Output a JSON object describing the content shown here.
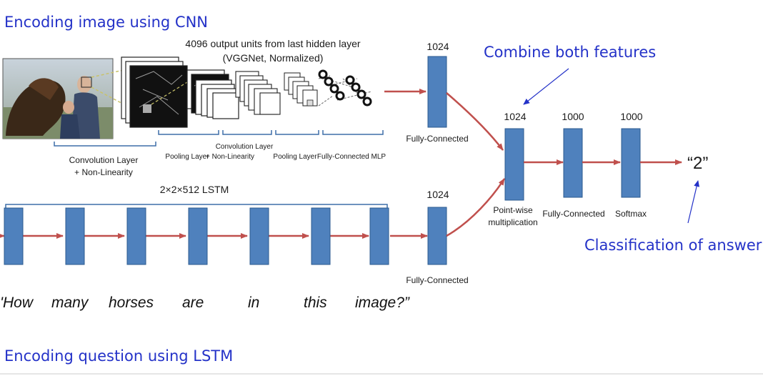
{
  "annotations": {
    "cnn_title": "Encoding image using CNN",
    "lstm_title": "Encoding question using LSTM",
    "combine": "Combine both features",
    "classification": "Classification of answer"
  },
  "cnn": {
    "caption_line1": "4096 output  units from last hidden layer",
    "caption_line2": "(VGGNet, Normalized)",
    "conv1_line1": "Convolution Layer",
    "conv1_line2": "+ Non-Linearity",
    "pool1": "Pooling Layer",
    "conv2_line1": "Convolution Layer",
    "conv2_line2": "+ Non-Linearity",
    "pool2": "Pooling  Layer",
    "mlp": "Fully-Connected MLP"
  },
  "lstm": {
    "label": "2×2×512 LSTM"
  },
  "fc_image": {
    "size": "1024",
    "label": "Fully-Connected"
  },
  "fc_question": {
    "size": "1024",
    "label": "Fully-Connected"
  },
  "pointwise": {
    "size": "1024",
    "label_line1": "Point-wise",
    "label_line2": "multiplication"
  },
  "fc_final": {
    "size": "1000",
    "label": "Fully-Connected"
  },
  "softmax": {
    "size": "1000",
    "label": "Softmax"
  },
  "answer": "“2”",
  "question_words": [
    "'How",
    "many",
    "horses",
    "are",
    "in",
    "this",
    "image?”"
  ],
  "colors": {
    "block": "#4f81bd",
    "block_border": "#2b5a8f",
    "arrow": "#c0504d",
    "accent_text": "#2432c8"
  }
}
